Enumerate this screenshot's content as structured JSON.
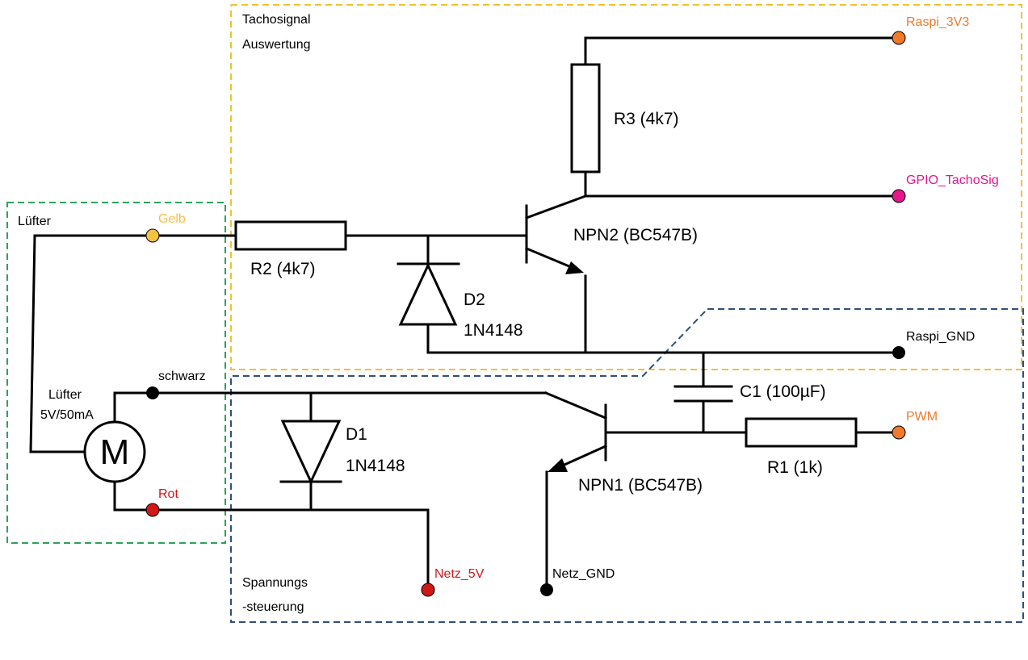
{
  "colors": {
    "yellow_box": "#f2c12e",
    "green_box": "#2aa35a",
    "blue_box": "#2f4f7a",
    "orange_port": "#f07a2a",
    "magenta_port": "#e6168c",
    "red_port": "#d01818",
    "yellow_port": "#f5c242",
    "black_port": "#000000"
  },
  "boxes": {
    "tacho_line1": "Tachosignal",
    "tacho_line2": "Auswertung",
    "fan_label": "Lüfter",
    "voltage_line1": "Spannungs",
    "voltage_line2": "-steuerung"
  },
  "ports": {
    "raspi_3v3": "Raspi_3V3",
    "gpio_tacho": "GPIO_TachoSig",
    "raspi_gnd": "Raspi_GND",
    "pwm": "PWM",
    "netz_5v": "Netz_5V",
    "netz_gnd": "Netz_GND",
    "gelb": "Gelb",
    "schwarz": "schwarz",
    "rot": "Rot"
  },
  "components": {
    "r3": "R3 (4k7)",
    "r2": "R2 (4k7)",
    "r1": "R1 (1k)",
    "npn2": "NPN2 (BC547B)",
    "npn1": "NPN1 (BC547B)",
    "d2_name": "D2",
    "d2_part": "1N4148",
    "d1_name": "D1",
    "d1_part": "1N4148",
    "c1": "C1 (100µF)",
    "motor_line1": "Lüfter",
    "motor_line2": "5V/50mA",
    "motor_symbol": "M"
  }
}
